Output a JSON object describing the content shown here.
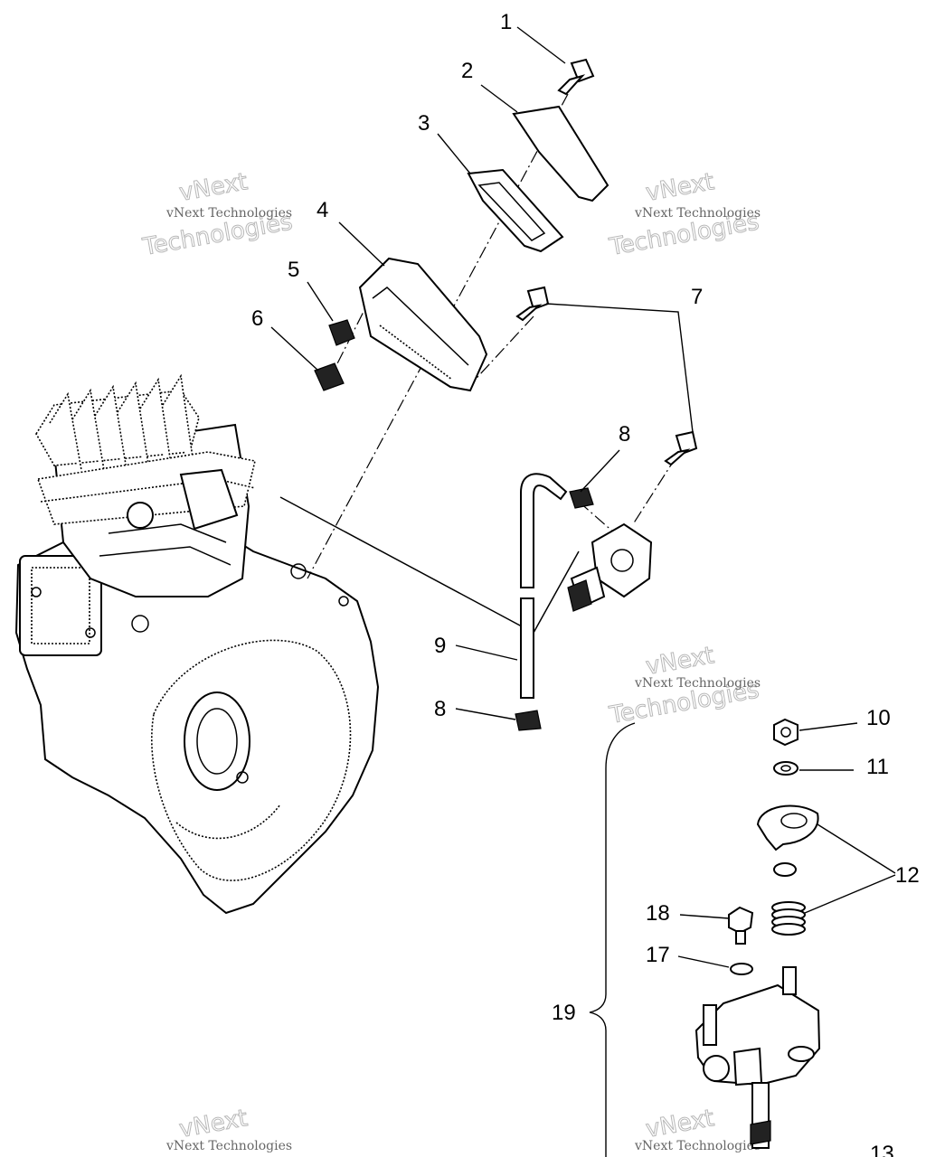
{
  "diagram": {
    "callouts": [
      {
        "id": "c1",
        "label": "1"
      },
      {
        "id": "c2",
        "label": "2"
      },
      {
        "id": "c3",
        "label": "3"
      },
      {
        "id": "c4",
        "label": "4"
      },
      {
        "id": "c5",
        "label": "5"
      },
      {
        "id": "c6",
        "label": "6"
      },
      {
        "id": "c7",
        "label": "7"
      },
      {
        "id": "c8a",
        "label": "8"
      },
      {
        "id": "c9",
        "label": "9"
      },
      {
        "id": "c8b",
        "label": "8"
      },
      {
        "id": "c10",
        "label": "10"
      },
      {
        "id": "c11",
        "label": "11"
      },
      {
        "id": "c12",
        "label": "12"
      },
      {
        "id": "c18",
        "label": "18"
      },
      {
        "id": "c17",
        "label": "17"
      },
      {
        "id": "c19",
        "label": "19"
      },
      {
        "id": "c13",
        "label": "13"
      }
    ],
    "watermark": {
      "big_line1": "vNext",
      "big_line2": "Technologies",
      "small": "vNext Technologies"
    }
  }
}
